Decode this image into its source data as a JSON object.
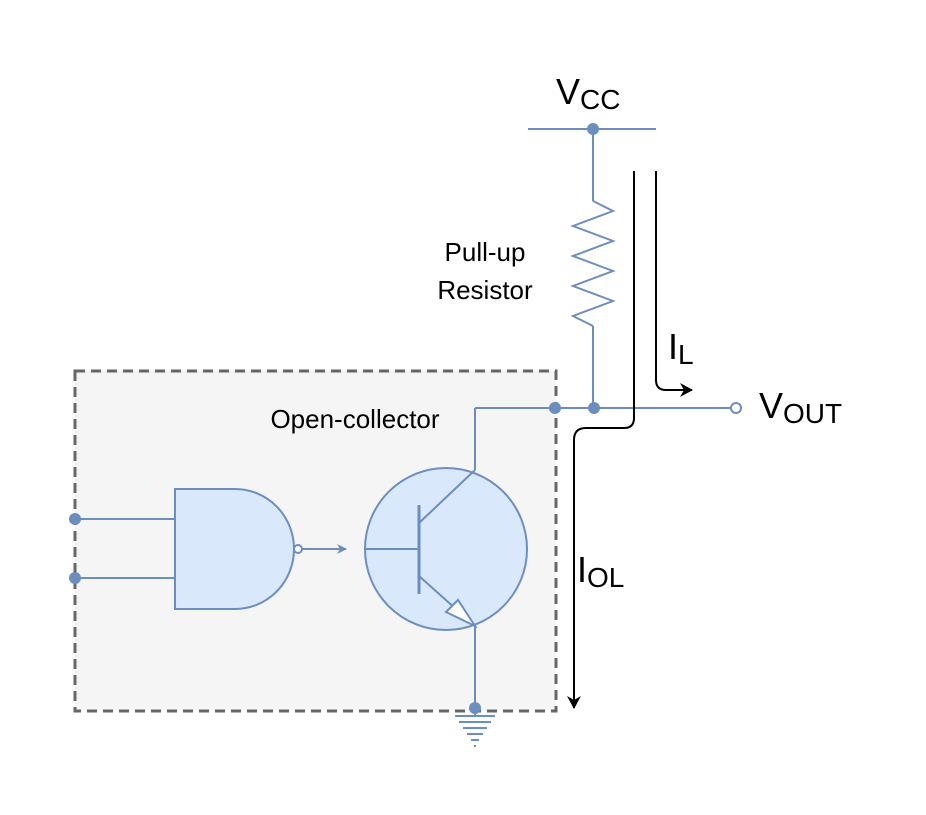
{
  "labels": {
    "vcc_main": "V",
    "vcc_sub": "CC",
    "pullup_line1": "Pull-up",
    "pullup_line2": "Resistor",
    "il_main": "I",
    "il_sub": "L",
    "vout_main": "V",
    "vout_sub": "OUT",
    "iol_main": "I",
    "iol_sub": "OL",
    "open_collector": "Open-collector"
  },
  "colors": {
    "wire": "#6c8ebf",
    "fill": "#dae8fc",
    "box_fill": "#f5f5f5",
    "box_stroke": "#666666",
    "current_arrow": "#000000"
  }
}
